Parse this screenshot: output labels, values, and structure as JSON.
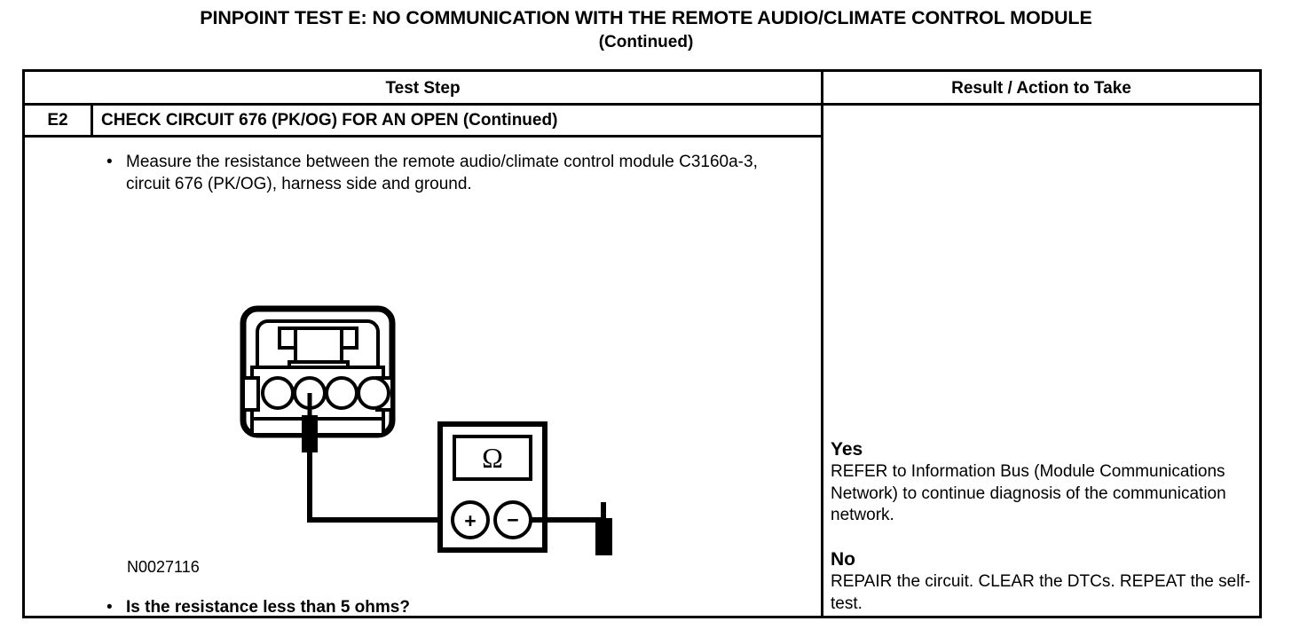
{
  "title": {
    "main": "PINPOINT TEST  E: NO COMMUNICATION WITH THE REMOTE AUDIO/CLIMATE CONTROL MODULE",
    "continued": "(Continued)"
  },
  "table": {
    "headers": {
      "test_step": "Test Step",
      "result_action": "Result / Action to Take"
    },
    "step": {
      "code": "E2",
      "title": "CHECK CIRCUIT 676 (PK/OG) FOR AN OPEN (Continued)"
    },
    "bullets": {
      "dot": "•",
      "measure": "Measure the resistance between the remote audio/climate control module C3160a-3, circuit 676 (PK/OG), harness side and ground.",
      "question": "Is the resistance less than 5 ohms?"
    },
    "reference_number": "N0027116",
    "results": [
      {
        "label": "Yes",
        "text": "REFER to Information Bus (Module Communications Network) to continue diagnosis of the communication network."
      },
      {
        "label": "No",
        "text": "REPAIR the circuit. CLEAR the DTCs. REPEAT the self-test."
      }
    ]
  },
  "diagram": {
    "meter_display_symbol": "Ω",
    "meter_positive_terminal": "+",
    "meter_negative_terminal": "−",
    "connector_pin_count": 4,
    "ground_symbol": "earth-ground"
  },
  "colors": {
    "ink": "#000000",
    "page": "#ffffff"
  }
}
